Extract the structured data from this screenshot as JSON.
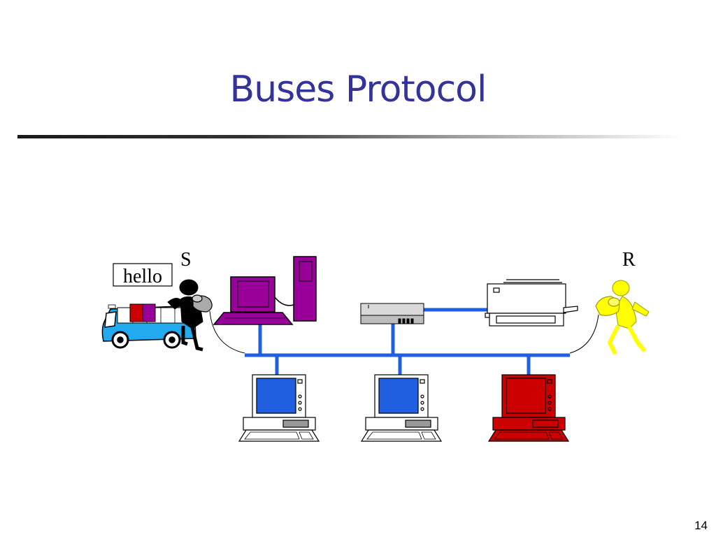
{
  "slide": {
    "title": "Buses Protocol",
    "page_number": "14"
  },
  "diagram": {
    "sender_label": "S",
    "receiver_label": "R",
    "message_label": "hello"
  },
  "colors": {
    "title": "#33339a",
    "bus": "#1f5fe0",
    "purple_computer": "#990099",
    "blue_screen": "#1f5fe0",
    "red_computer": "#cc0000",
    "truck": "#22aaee",
    "receiver": "#ffff00"
  }
}
